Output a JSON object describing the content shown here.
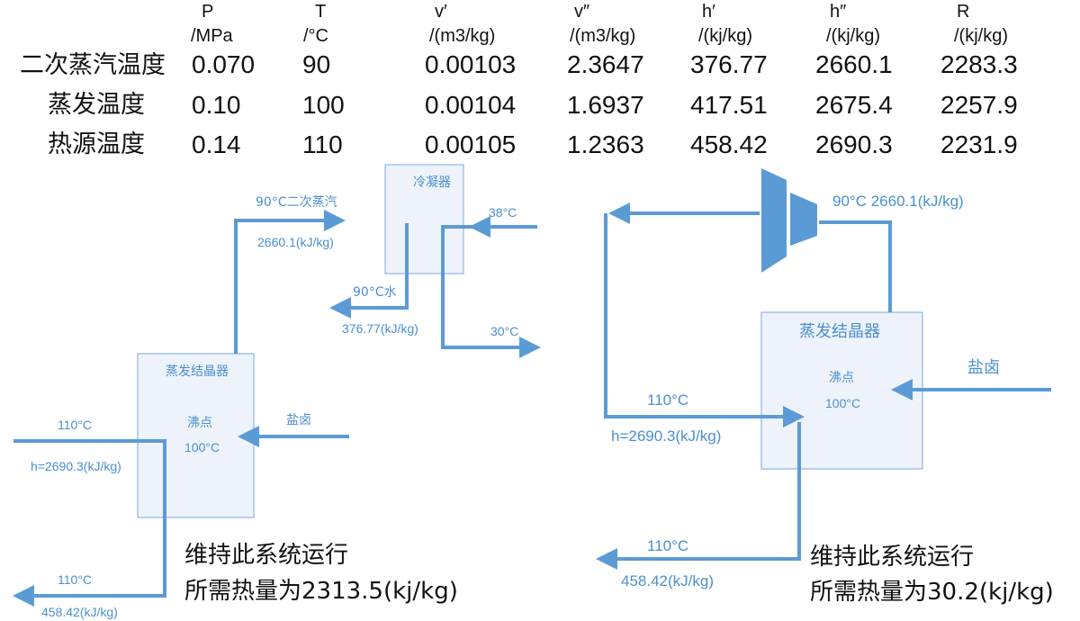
{
  "table": {
    "headers": [
      {
        "symbol": "P",
        "unit": "/MPa"
      },
      {
        "symbol": "T",
        "unit": "/°C"
      },
      {
        "symbol": "v′",
        "unit": "/(m3/kg)"
      },
      {
        "symbol": "v″",
        "unit": "/(m3/kg)"
      },
      {
        "symbol": "h′",
        "unit": "/(kj/kg)"
      },
      {
        "symbol": "h″",
        "unit": "/(kj/kg)"
      },
      {
        "symbol": "R",
        "unit": "/(kj/kg)"
      }
    ],
    "rows": [
      {
        "label": "二次蒸汽温度",
        "values": [
          "0.070",
          "90",
          "0.00103",
          "2.3647",
          "376.77",
          "2660.1",
          "2283.3"
        ]
      },
      {
        "label": "蒸发温度",
        "values": [
          "0.10",
          "100",
          "0.00104",
          "1.6937",
          "417.51",
          "2675.4",
          "2257.9"
        ]
      },
      {
        "label": "热源温度",
        "values": [
          "0.14",
          "110",
          "0.00105",
          "1.2363",
          "458.42",
          "2690.3",
          "2231.9"
        ]
      }
    ]
  },
  "left_diagram": {
    "evaporator": {
      "title": "蒸发结晶器",
      "boil_label": "沸点",
      "boil_temp": "100°C"
    },
    "condenser": {
      "title": "冷凝器"
    },
    "steam_label": "90°C二次蒸汽",
    "steam_enthalpy": "2660.1(kJ/kg)",
    "water_label": "90°C水",
    "water_enthalpy": "376.77(kJ/kg)",
    "cooling_in": "38°C",
    "cooling_out": "30°C",
    "brine": "盐卤",
    "heat_in_temp": "110°C",
    "heat_in_enthalpy": "h=2690.3(kJ/kg)",
    "heat_out_temp": "110°C",
    "heat_out_enthalpy": "458.42(kJ/kg)",
    "note_line1": "维持此系统运行",
    "note_line2": "所需热量为2313.5(kj/kg)"
  },
  "right_diagram": {
    "evaporator": {
      "title": "蒸发结晶器",
      "boil_label": "沸点",
      "boil_temp": "100°C"
    },
    "compressor_label": "90°C  2660.1(kJ/kg)",
    "brine": "盐卤",
    "heat_in_temp": "110°C",
    "heat_in_enthalpy": "h=2690.3(kJ/kg)",
    "heat_out_temp": "110°C",
    "heat_out_enthalpy": "458.42(kJ/kg)",
    "note_line1": "维持此系统运行",
    "note_line2": "所需热量为30.2(kj/kg)"
  },
  "colors": {
    "pipe": "#5b9bd5",
    "box_border": "#8fb4e3",
    "box_fill": "#eef3fb",
    "label": "#4a8fd0"
  }
}
